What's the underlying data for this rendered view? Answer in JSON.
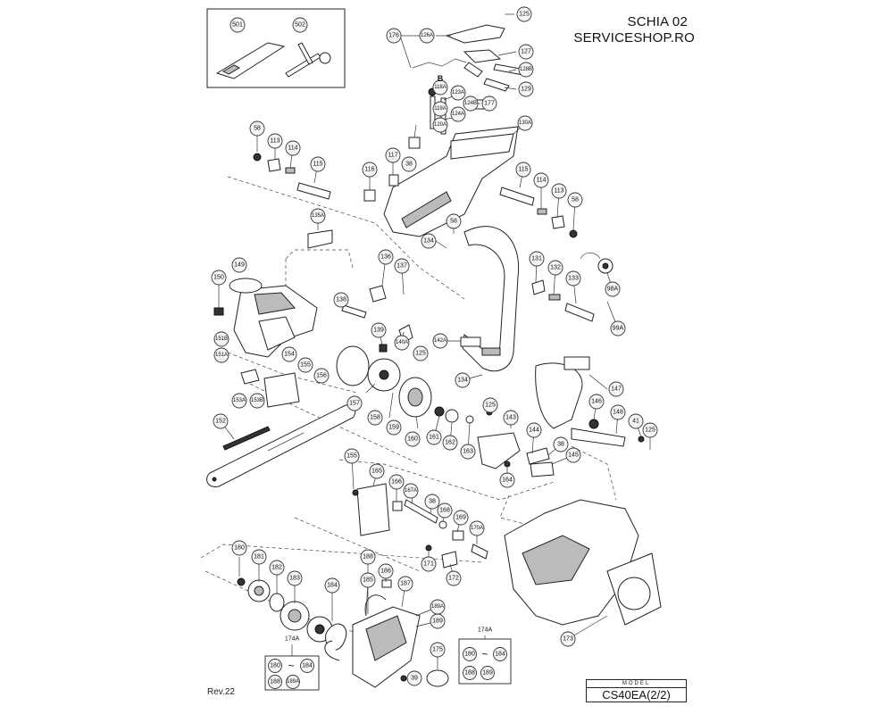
{
  "header": {
    "line1": "SCHIA 02",
    "line2": "SERVICESHOP.RO"
  },
  "footer": {
    "revision": "Rev.22",
    "model_label": "MODEL",
    "model_value": "CS40EA(2/2)"
  },
  "callouts": [
    "125",
    "176",
    "126A",
    "127",
    "128B",
    "129",
    "501",
    "502",
    "118A",
    "B",
    "123A",
    "119A",
    "124B",
    "177",
    "124A",
    "120A",
    "130A",
    "58",
    "113",
    "114",
    "115",
    "116",
    "117",
    "38",
    "115",
    "114",
    "113",
    "58",
    "135A",
    "58",
    "134",
    "131",
    "132",
    "133",
    "98A",
    "99A",
    "136",
    "137",
    "149",
    "150",
    "138",
    "151B",
    "151A",
    "139",
    "140A",
    "125",
    "142A",
    "154",
    "155",
    "156",
    "153A",
    "153B",
    "157",
    "158",
    "159",
    "160",
    "161",
    "162",
    "163",
    "134",
    "147",
    "146",
    "148",
    "41",
    "125",
    "125",
    "143",
    "144",
    "38",
    "145",
    "164",
    "152",
    "155",
    "165",
    "166",
    "167A",
    "38",
    "168",
    "169",
    "170A",
    "171",
    "172",
    "180",
    "181",
    "182",
    "183",
    "184",
    "188",
    "186",
    "185",
    "187",
    "189A",
    "189",
    "173",
    "175",
    "39"
  ],
  "group_left": {
    "title": "174A",
    "items": [
      "180",
      "184",
      "188",
      "189A"
    ],
    "range_symbol": "~"
  },
  "group_right": {
    "title": "174A",
    "items": [
      "180",
      "184",
      "188",
      "189"
    ],
    "range_symbol": "~"
  }
}
